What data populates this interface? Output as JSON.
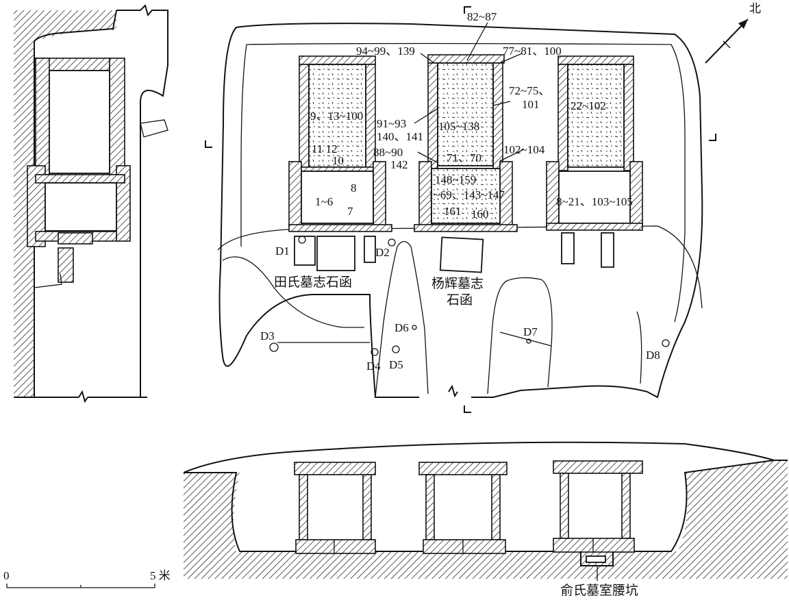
{
  "north_label": "北",
  "scale": {
    "zero": "0",
    "five": "5 米"
  },
  "labels": {
    "n82_87": "82~87",
    "n94_99": "94~99、139",
    "n77_81": "77~81、100",
    "n72_75": "72~75、",
    "n101": "101",
    "n91_93": "91~93",
    "n140_141": "140、141",
    "n88_90": "88~90",
    "n142": "142",
    "n102_104": "102~104",
    "n9_13": "9、13~100",
    "n11_12": "11 12",
    "n10": "10",
    "n105_138": "105~138",
    "n71_70": "71、70",
    "n22_102": "22~102",
    "n1_6": "1~6",
    "n8": "8",
    "n7": "7",
    "n148_159": "148~159",
    "n1_69": "1~69、143~147",
    "n161": "161",
    "n160": "160",
    "n8_21": "8~21、103~105"
  },
  "postholes": {
    "d1": "D1",
    "d2": "D2",
    "d3": "D3",
    "d4": "D4",
    "d5": "D5",
    "d6": "D6",
    "d7": "D7",
    "d8": "D8"
  },
  "captions": {
    "tian_box": "田氏墓志石函",
    "yang_box_1": "杨辉墓志",
    "yang_box_2": "石函",
    "yu_pit": "俞氏墓室腰坑"
  }
}
